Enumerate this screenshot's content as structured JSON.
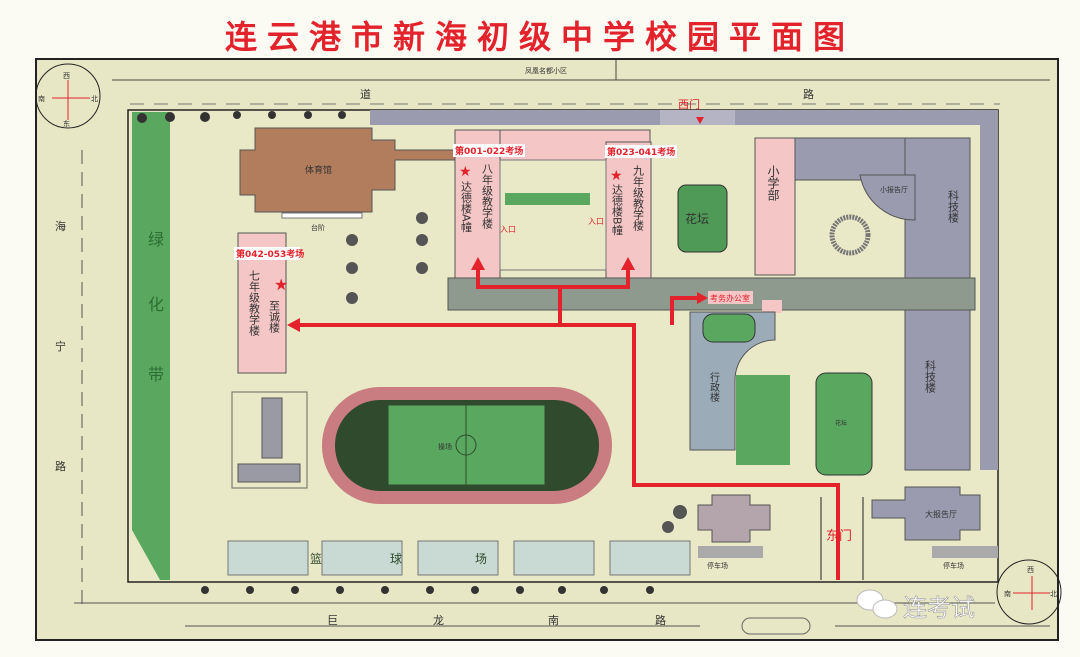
{
  "title": "连云港市新海初级中学校园平面图",
  "compass": {
    "north": "北",
    "south": "南",
    "east": "东",
    "west": "西"
  },
  "roads": {
    "top": [
      "道",
      "路"
    ],
    "left": [
      "海",
      "宁",
      "路"
    ],
    "bottom": [
      "巨",
      "龙",
      "南",
      "路"
    ],
    "top_neighborhood": "凤凰名都小区"
  },
  "gates": {
    "west": "西门",
    "east": "东门"
  },
  "green_belt": [
    "绿",
    "化",
    "带"
  ],
  "buildings": {
    "gym": "体育馆",
    "steps": "台阶",
    "grade7": {
      "name": "七年级教学楼",
      "alias": "至诚楼",
      "exam_rooms": "第042-053考场"
    },
    "grade8": {
      "name": "八年级教学楼",
      "alias": "达德楼A幢",
      "exam_rooms": "第001-022考场"
    },
    "grade9": {
      "name": "九年级教学楼",
      "alias": "达德楼B幢",
      "exam_rooms": "第023-041考场"
    },
    "flower_bed": "花坛",
    "primary": "小学部",
    "small_hall": "小报告厅",
    "science": "科技楼",
    "exam_office": "考务办公室",
    "admin": "行政楼",
    "big_hall": "大报告厅",
    "playground": "操场",
    "basketball": [
      "篮",
      "球",
      "场"
    ],
    "parking": "停车场",
    "entrance": "入口"
  },
  "watermark": "连考试",
  "colors": {
    "route": "#e3222b",
    "exam_building": "#f4c6c6",
    "gray_building": "#9b9bb0",
    "green": "#5aa860"
  }
}
